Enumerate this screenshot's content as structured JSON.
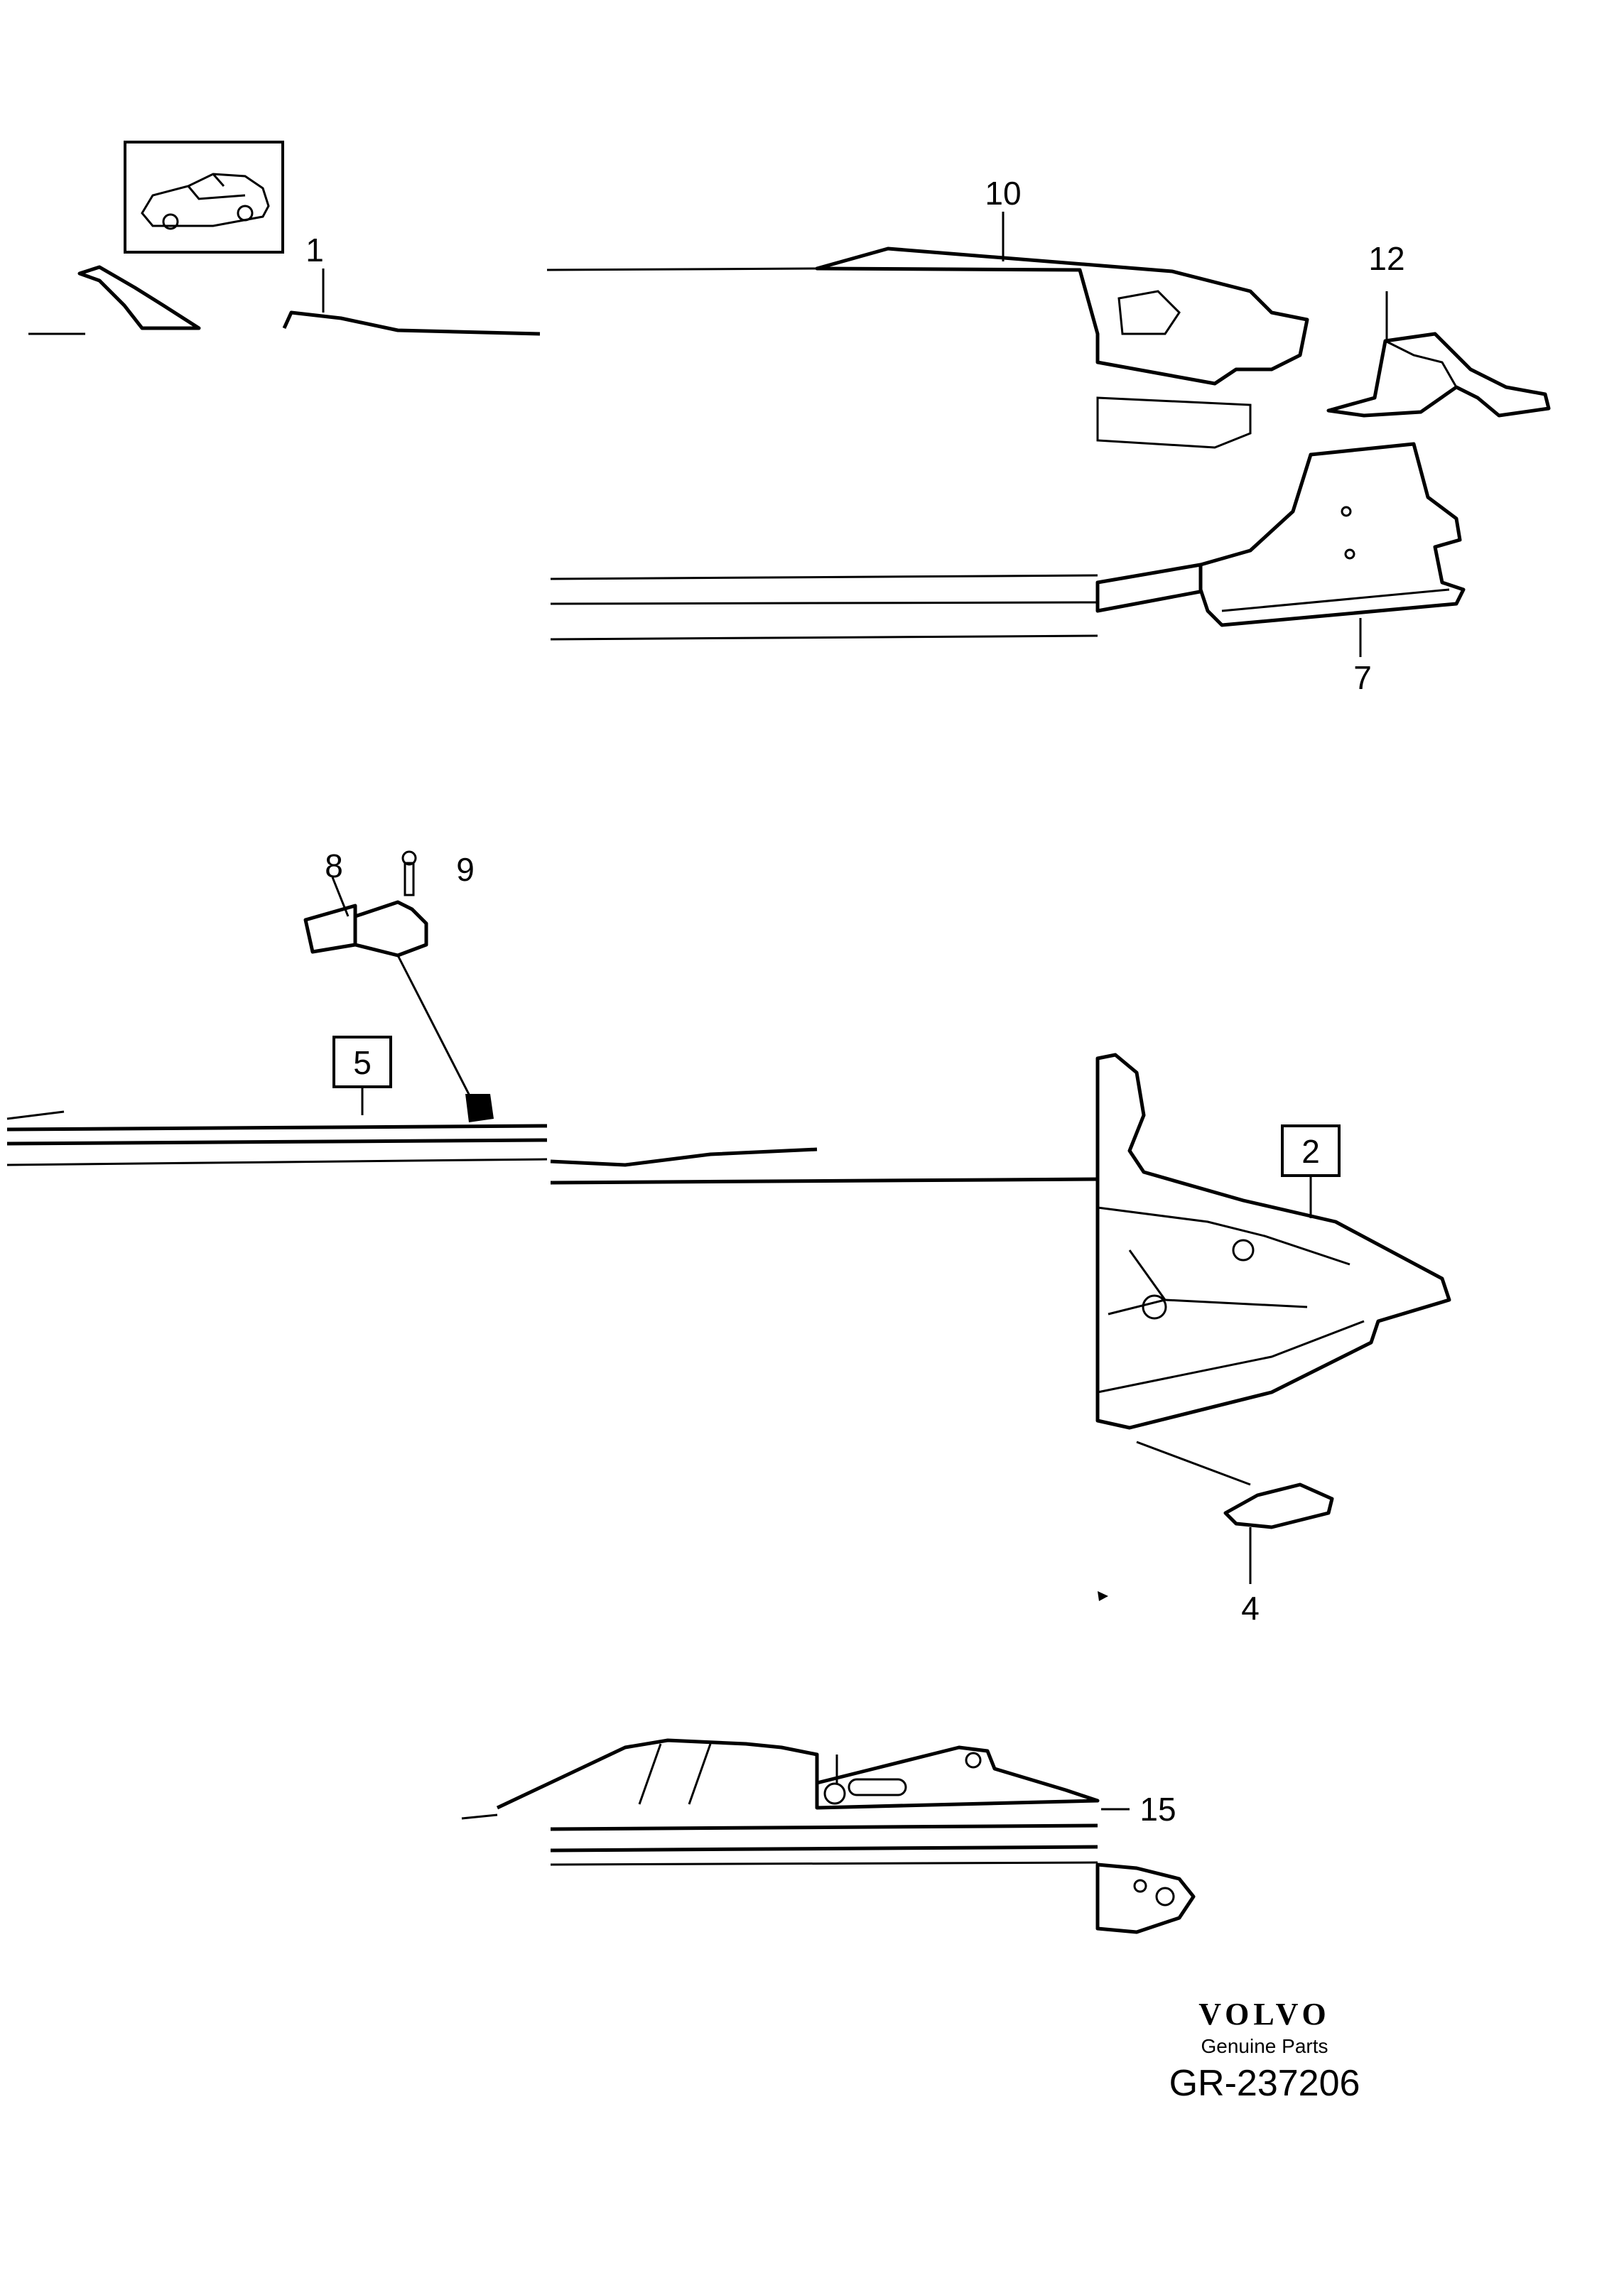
{
  "diagram": {
    "callouts": [
      {
        "id": "1",
        "boxed": false
      },
      {
        "id": "10",
        "boxed": false
      },
      {
        "id": "12",
        "boxed": false
      },
      {
        "id": "7",
        "boxed": false
      },
      {
        "id": "8",
        "boxed": false
      },
      {
        "id": "9",
        "boxed": false
      },
      {
        "id": "5",
        "boxed": true
      },
      {
        "id": "2",
        "boxed": true
      },
      {
        "id": "4",
        "boxed": false
      },
      {
        "id": "15",
        "boxed": false
      }
    ]
  },
  "brand": {
    "logo": "VOLVO",
    "subtitle": "Genuine Parts",
    "code": "GR-237206"
  }
}
